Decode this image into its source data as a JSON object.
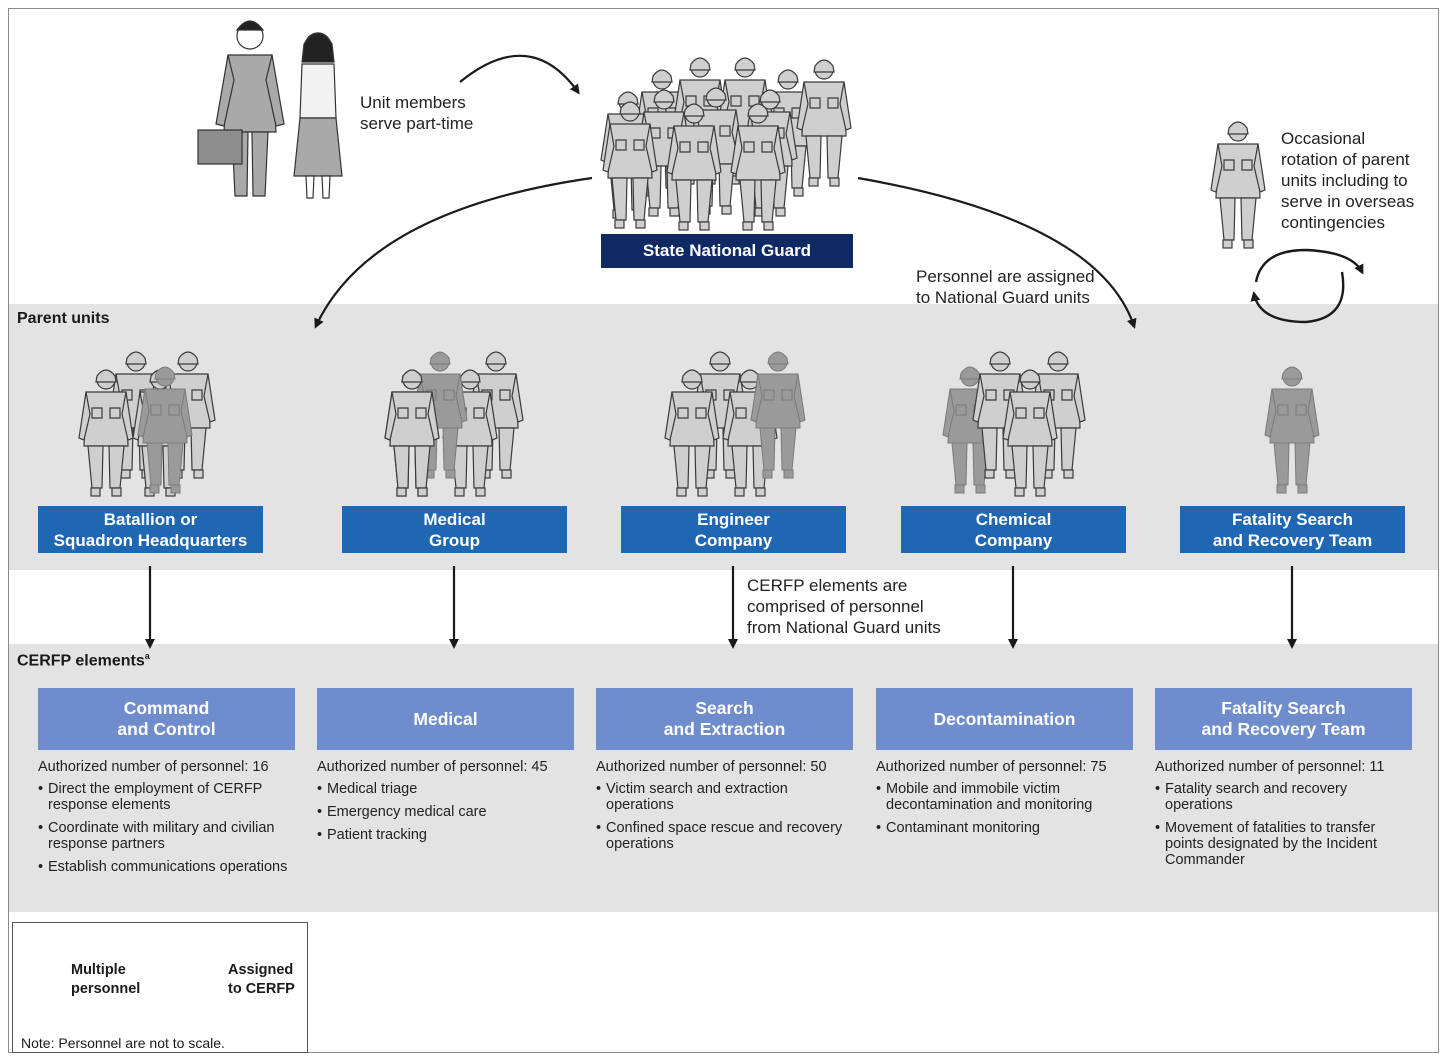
{
  "top": {
    "civilian_caption": "Unit members\nserve part-time",
    "state_label": "State National Guard",
    "assigned_caption": "Personnel are assigned\nto National Guard units",
    "rotation_caption": "Occasional\nrotation of parent\nunits including to\nserve in overseas\ncontingencies"
  },
  "parent_section": {
    "label": "Parent units",
    "units": [
      {
        "label": "Batallion or\nSquadron Headquarters"
      },
      {
        "label": "Medical\nGroup"
      },
      {
        "label": "Engineer\nCompany"
      },
      {
        "label": "Chemical\nCompany"
      },
      {
        "label": "Fatality Search\nand Recovery Team"
      }
    ]
  },
  "middle_caption": "CERFP elements are\ncomprised of personnel\nfrom National Guard units",
  "cerfp_section": {
    "label": "CERFP elements",
    "label_sup": "a",
    "elements": [
      {
        "title": "Command\nand Control",
        "authorized": "Authorized number of personnel: 16",
        "bullets": [
          "Direct the employment of CERFP response elements",
          "Coordinate with military and civilian response partners",
          "Establish communications operations"
        ]
      },
      {
        "title": "Medical",
        "authorized": "Authorized number of personnel: 45",
        "bullets": [
          "Medical triage",
          "Emergency medical care",
          "Patient tracking"
        ]
      },
      {
        "title": "Search\nand Extraction",
        "authorized": "Authorized number of personnel: 50",
        "bullets": [
          "Victim search and extraction operations",
          "Confined space rescue and recovery operations"
        ]
      },
      {
        "title": "Decontamination",
        "authorized": "Authorized number of personnel: 75",
        "bullets": [
          "Mobile and immobile victim decontamination and monitoring",
          "Contaminant monitoring"
        ]
      },
      {
        "title": "Fatality Search\nand Recovery Team",
        "authorized": "Authorized number of personnel: 11",
        "bullets": [
          "Fatality search and recovery operations",
          "Movement of fatalities to transfer points designated by the Incident Commander"
        ]
      }
    ]
  },
  "legend": {
    "multiple_label": "Multiple\npersonnel",
    "assigned_label": "Assigned\nto CERFP",
    "note": "Note: Personnel are not to scale."
  },
  "colors": {
    "navy": "#0f2a63",
    "parent_blue": "#1f67b3",
    "element_blue": "#6f8ccc",
    "band_gray": "#e3e3e3",
    "soldier_fill": "#cfcfcf",
    "assigned_fill": "#9a9a9a"
  }
}
